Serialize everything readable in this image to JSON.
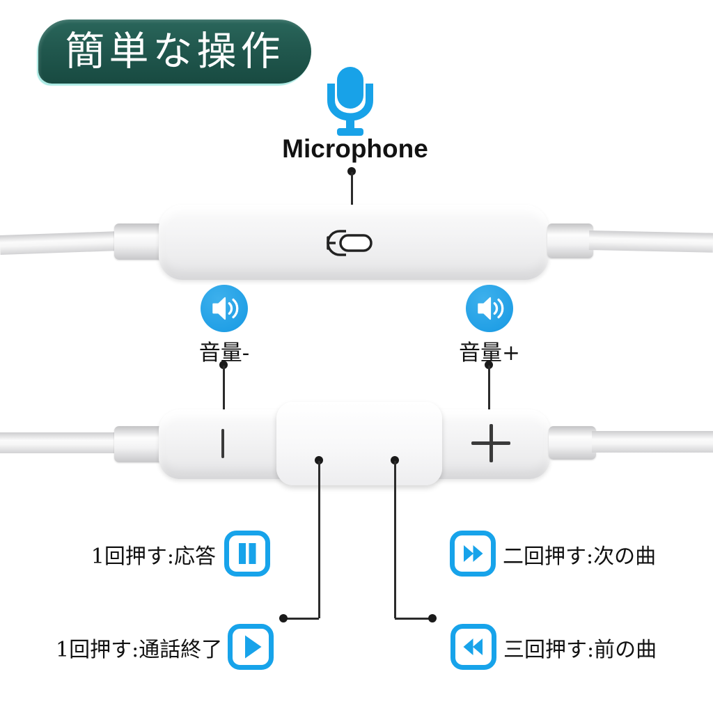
{
  "badge": {
    "label": "簡単な操作"
  },
  "mic_section": {
    "label": "Microphone"
  },
  "volume_labels": {
    "down": "音量-",
    "up": "音量+"
  },
  "pod_markings": {
    "minus": "-",
    "plus": "+"
  },
  "instructions": {
    "answer": "1回押す:応答",
    "next_track": "二回押す:次の曲",
    "end_call": "1回押す:通話終了",
    "prev_track": "三回押す:前の曲"
  },
  "icons": {
    "header": "speech-badge",
    "top": "microphone-icon",
    "pod1": "mic-port-icon",
    "volume_down": "volume-speaker-icon",
    "volume_up": "volume-speaker-icon",
    "answer": "pause-icon",
    "next_track": "fast-forward-icon",
    "end_call": "play-icon",
    "prev_track": "rewind-icon"
  },
  "colors": {
    "accent_blue": "#18a2e8",
    "badge_teal": "#21584e",
    "badge_rim_cyan": "#58d6ca",
    "connector_black": "#1a1a1a",
    "pod_gray": "#efefef"
  }
}
